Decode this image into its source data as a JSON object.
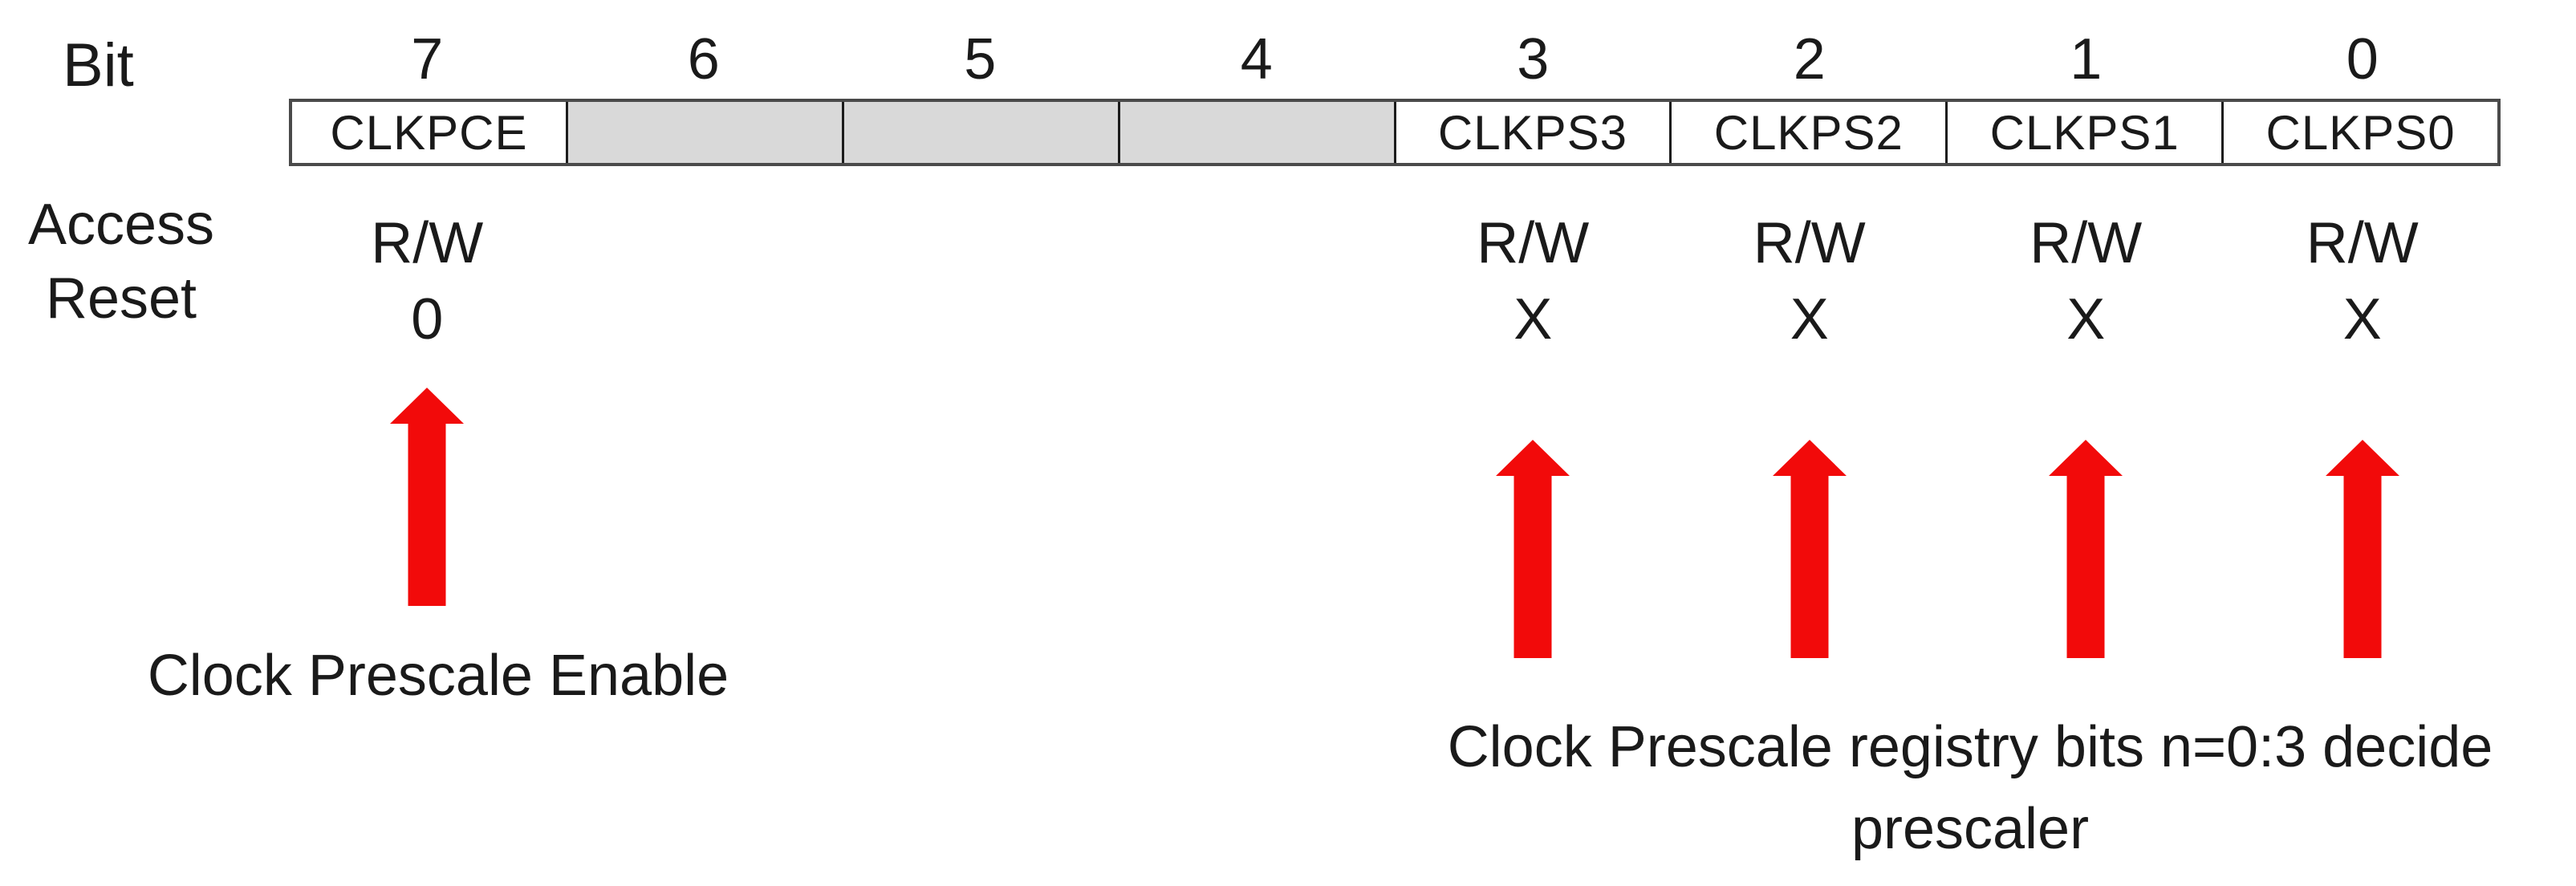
{
  "diagram": {
    "bit_row_label": "Bit",
    "access_label": "Access",
    "reset_label": "Reset",
    "bits": [
      {
        "number": "7",
        "name": "CLKPCE",
        "reserved": false,
        "access": "R/W",
        "reset": "0"
      },
      {
        "number": "6",
        "name": "",
        "reserved": true,
        "access": "",
        "reset": ""
      },
      {
        "number": "5",
        "name": "",
        "reserved": true,
        "access": "",
        "reset": ""
      },
      {
        "number": "4",
        "name": "",
        "reserved": true,
        "access": "",
        "reset": ""
      },
      {
        "number": "3",
        "name": "CLKPS3",
        "reserved": false,
        "access": "R/W",
        "reset": "X"
      },
      {
        "number": "2",
        "name": "CLKPS2",
        "reserved": false,
        "access": "R/W",
        "reset": "X"
      },
      {
        "number": "1",
        "name": "CLKPS1",
        "reserved": false,
        "access": "R/W",
        "reset": "X"
      },
      {
        "number": "0",
        "name": "CLKPS0",
        "reserved": false,
        "access": "R/W",
        "reset": "X"
      }
    ],
    "annotations": {
      "clkpce_caption": "Clock Prescale Enable",
      "clkps_caption_line1": "Clock Prescale registry bits n=0:3 decide",
      "clkps_caption_line2": "prescaler"
    },
    "colors": {
      "arrow_red": "#f20a0a",
      "reserved_cell_gray": "#d9d9d9",
      "box_border": "#4a4a4a",
      "cell_separator": "#1c1c1c",
      "text": "#1a1a1a",
      "background": "#ffffff"
    }
  }
}
